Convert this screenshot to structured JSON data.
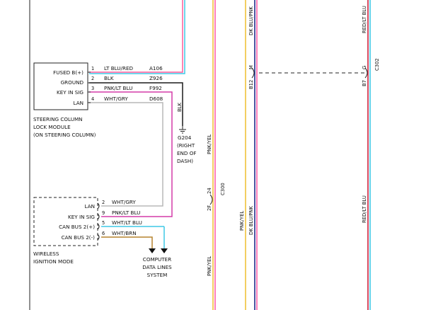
{
  "colors": {
    "lt_blu_red": "#ff5a9a",
    "lt_blu_red_alt": "#3ec9e6",
    "pnk_lt_blu": "#d43ca8",
    "pnk_yel": "#f0c23a",
    "pnk": "#ff5fa8",
    "dk_blu_pnk": "#1f2a8a",
    "red_lt_blu": "#cc1e3a",
    "blk": "#1b1b1b",
    "wht_gry": "#b8b8b8",
    "wht_lt_blu": "#3ec9e6",
    "wht_brn": "#b5842e"
  },
  "steering_module": {
    "pins": [
      {
        "label": "FUSED B(+)",
        "num": "1",
        "wire": "LT BLU/RED",
        "circuit": "A106"
      },
      {
        "label": "GROUND",
        "num": "2",
        "wire": "BLK",
        "circuit": "Z926"
      },
      {
        "label": "KEY IN SIG",
        "num": "3",
        "wire": "PNK/LT BLU",
        "circuit": "F992"
      },
      {
        "label": "LAN",
        "num": "4",
        "wire": "WHT/GRY",
        "circuit": "D608"
      }
    ],
    "caption": [
      "STEERING COLUMN",
      "LOCK MODULE",
      "(ON STEERING COLUMN)"
    ]
  },
  "ground": {
    "wire_label": "BLK",
    "name": "G204",
    "desc": [
      "(RIGHT",
      "END OF",
      "DASH)"
    ]
  },
  "wireless_module": {
    "pins": [
      {
        "label": "LAN",
        "num": "2",
        "wire": "WHT/GRY"
      },
      {
        "label": "KEY IN SIG",
        "num": "9",
        "wire": "PNK/LT BLU"
      },
      {
        "label": "CAN BUS 2(+)",
        "num": "5",
        "wire": "WHT/LT BLU"
      },
      {
        "label": "CAN BUS 2(-)",
        "num": "6",
        "wire": "WHT/BRN"
      }
    ],
    "caption": [
      "WIRELESS",
      "IGNITION MODE"
    ]
  },
  "data_lines": [
    "COMPUTER",
    "DATA LINES",
    "SYSTEM"
  ],
  "vertical_labels": {
    "pnk_yel_upper": "PNK/YEL",
    "pnk_yel_lower": "PNK/YEL",
    "pnk_yel_mid": "PNK/YEL",
    "dk_blu_pnk_top": "DK BLU/PNK",
    "dk_blu_pnk_lower": "DK BLU/PNK",
    "red_lt_blu_top": "RED/LT BLU",
    "red_lt_blu_lower": "RED/LT BLU"
  },
  "connectors": {
    "c300_pins": [
      "24",
      "2F"
    ],
    "c300_name": "C300",
    "c302_pins": [
      "M",
      "B12",
      "G",
      "B7"
    ],
    "c302_name": "C302"
  }
}
